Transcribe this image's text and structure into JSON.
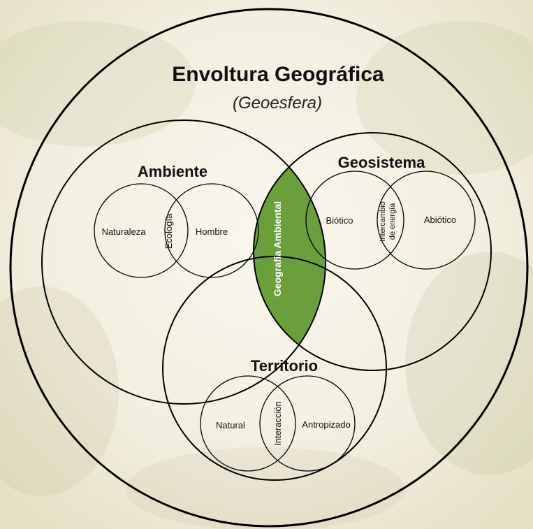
{
  "colors": {
    "highlight_fill": "#6b9f3c",
    "line": "#000000",
    "background_wash": "#f3efe0"
  },
  "outer": {
    "title": "Envoltura Geográfica",
    "subtitle": "(Geoesfera)"
  },
  "highlight": {
    "label": "Geografía Ambiental"
  },
  "ambiente": {
    "title": "Ambiente",
    "left": "Naturaleza",
    "overlap": "Ecología",
    "right": "Hombre"
  },
  "geosistema": {
    "title": "Geosistema",
    "left": "Biótico",
    "overlap_line1": "Intercambio",
    "overlap_line2": "de energía",
    "right": "Abiótico"
  },
  "territorio": {
    "title": "Territorio",
    "left": "Natural",
    "overlap": "Interacción",
    "right": "Antropizado"
  }
}
